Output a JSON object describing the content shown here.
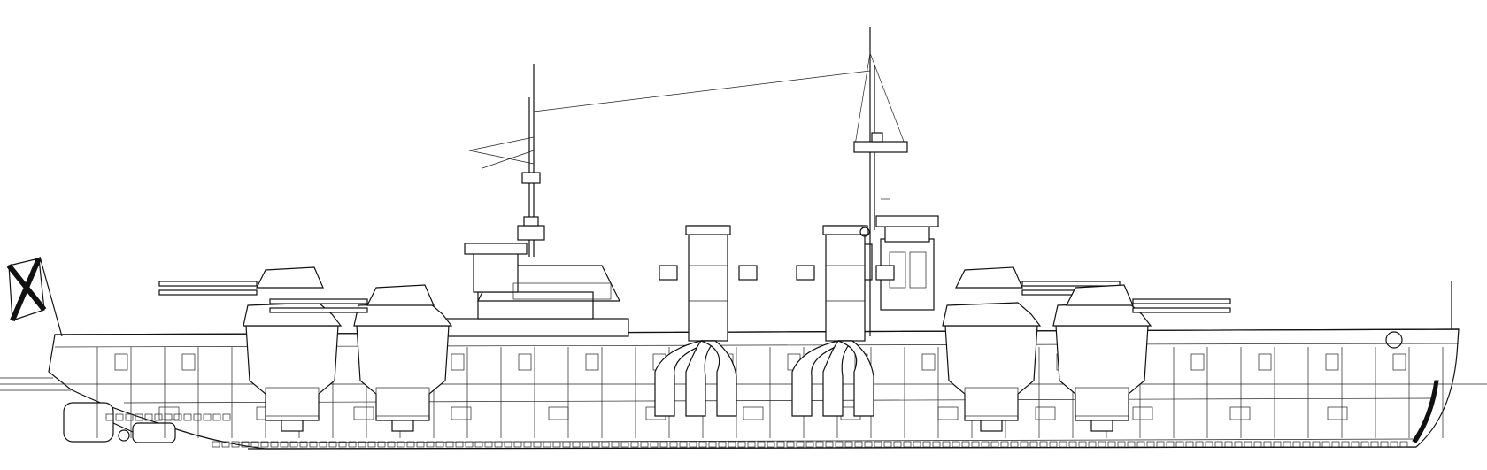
{
  "drawing": {
    "subject": "warship-profile-cutaway",
    "colors": {
      "ink": "#111111",
      "paper": "#ffffff",
      "flag_cross": "#111111"
    },
    "ensign": "st-andrews-cross"
  },
  "gun_turrets": [
    {
      "id": "turret-1"
    },
    {
      "id": "turret-2"
    },
    {
      "id": "turret-3"
    },
    {
      "id": "turret-4"
    }
  ],
  "funnels": [
    {
      "id": "funnel-fore"
    },
    {
      "id": "funnel-aft"
    }
  ],
  "masts": [
    {
      "id": "mast-fore"
    },
    {
      "id": "mast-main"
    }
  ]
}
